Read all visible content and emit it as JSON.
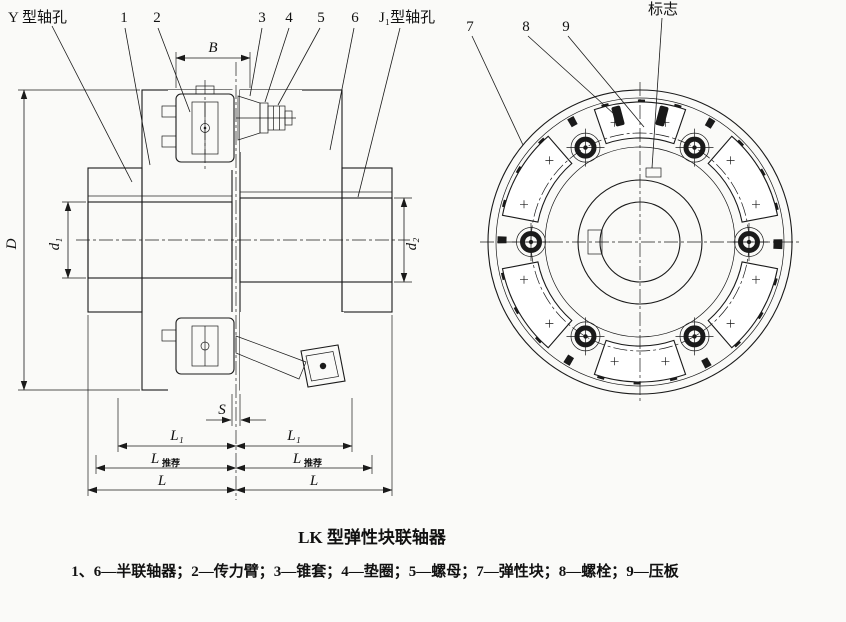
{
  "colors": {
    "line": "#1a1a1a",
    "background": "#fafaf8"
  },
  "labels": {
    "y_bore": "Y 型轴孔",
    "j1_bore": "J₁型轴孔",
    "mark": "标志"
  },
  "callouts": {
    "n1": "1",
    "n2": "2",
    "n3": "3",
    "n4": "4",
    "n5": "5",
    "n6": "6",
    "n7": "7",
    "n8": "8",
    "n9": "9"
  },
  "dims": {
    "B": "B",
    "D": "D",
    "d1": "d₁",
    "d2": "d₂",
    "S": "S",
    "L1": "L₁",
    "L": "L",
    "L_rec_main": "L",
    "L_rec_sub": "推荐"
  },
  "caption": {
    "title": "LK 型弹性块联轴器",
    "legend": "1、6—半联轴器；2—传力臂；3—锥套；4—垫圈；5—螺母；7—弹性块；8—螺栓；9—压板"
  }
}
